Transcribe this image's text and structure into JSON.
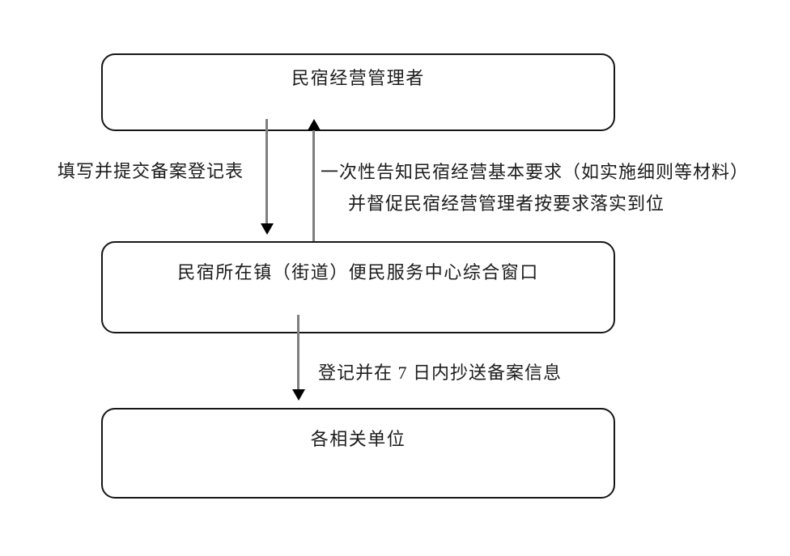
{
  "flowchart": {
    "nodes": [
      {
        "id": "homestay-operator",
        "label": "民宿经营管理者"
      },
      {
        "id": "town-service-center-window",
        "label": "民宿所在镇（街道）便民服务中心综合窗口"
      },
      {
        "id": "related-units",
        "label": "各相关单位"
      }
    ],
    "edges": [
      {
        "from": "homestay-operator",
        "to": "town-service-center-window",
        "direction": "down",
        "label": "填写并提交备案登记表"
      },
      {
        "from": "town-service-center-window",
        "to": "homestay-operator",
        "direction": "up",
        "label_line1": "一次性告知民宿经营基本要求（如实施细则等材料）",
        "label_line2": "并督促民宿经营管理者按要求落实到位"
      },
      {
        "from": "town-service-center-window",
        "to": "related-units",
        "direction": "down",
        "label": "登记并在 7 日内抄送备案信息"
      }
    ],
    "colors": {
      "background": "#ffffff",
      "box_border": "#161616",
      "arrow_shaft": "#7f7f7f",
      "arrow_head": "#000000",
      "text": "#1c1c1c"
    }
  }
}
